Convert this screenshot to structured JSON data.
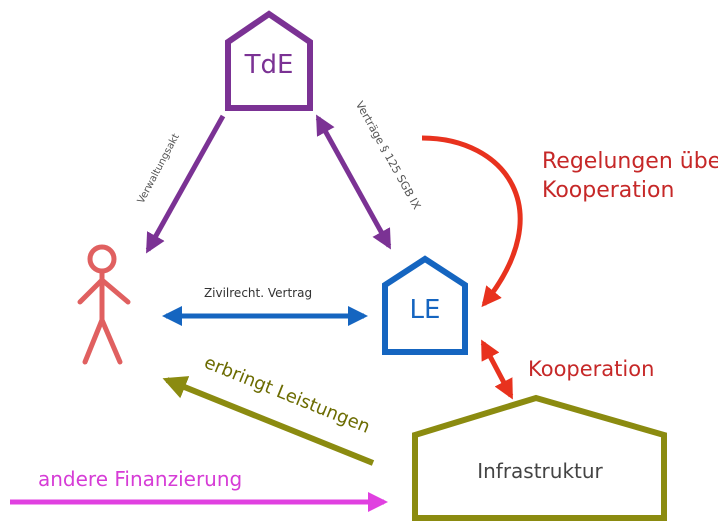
{
  "nodes": {
    "tde": {
      "label": "TdE",
      "color": "#7b3294"
    },
    "le": {
      "label": "LE",
      "color": "#1565c0"
    },
    "infra": {
      "label": "Infrastruktur",
      "color": "#8b8b10"
    },
    "person": {
      "color": "#e06060"
    }
  },
  "edges": {
    "verwaltungsakt": {
      "label": "Verwaltungsakt",
      "color": "#7b3294"
    },
    "vertraege": {
      "label": "Verträge § 125 SGB IX",
      "color": "#7b3294"
    },
    "zivilrecht": {
      "label": "Zivilrecht. Vertrag",
      "color": "#1565c0"
    },
    "regelungen": {
      "label_line1": "Regelungen über",
      "label_line2": "Kooperation",
      "color": "#e8321e"
    },
    "kooperation": {
      "label": "Kooperation",
      "color": "#e8321e"
    },
    "erbringt": {
      "label": "erbringt Leistungen",
      "color": "#8b8b10"
    },
    "finanzierung": {
      "label": "andere Finanzierung",
      "color": "#e040e0"
    }
  }
}
